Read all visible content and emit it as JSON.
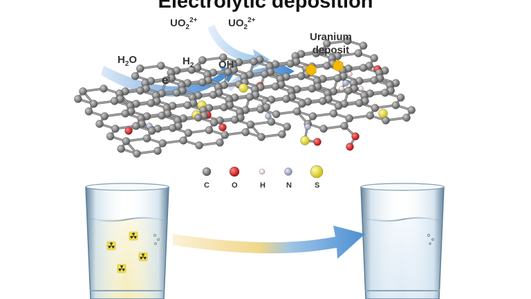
{
  "title": "Electrolytic deposition",
  "species": {
    "uo2_a": {
      "base": "UO",
      "sub": "2",
      "sup": "2+"
    },
    "uo2_b": {
      "base": "UO",
      "sub": "2",
      "sup": "2+"
    },
    "water": {
      "base": "H",
      "sub": "2",
      "tail": "O"
    },
    "hydrogen": {
      "base": "H",
      "sub": "2"
    },
    "electron": {
      "base": "e",
      "sup": "-"
    },
    "hydroxide": {
      "base": "OH",
      "sup": "-"
    },
    "deposit": [
      "Uranium",
      "deposit"
    ]
  },
  "legend": [
    {
      "label": "C",
      "color": "#6b6b6b"
    },
    {
      "label": "O",
      "color": "#d4141b"
    },
    {
      "label": "H",
      "color": "#f1d6d6"
    },
    {
      "label": "N",
      "color": "#9aa2c0"
    },
    {
      "label": "S",
      "color": "#e8de1a"
    }
  ],
  "colors": {
    "arrow_blue": "#4a8bd0",
    "arrow_light": "#bfd7ef",
    "uranium_deposit": "#f3b800",
    "water_contaminated": "#f7f1c8",
    "water_clean": "#e8f2fa",
    "radiation_badge": "#f4e14a"
  },
  "icons": {
    "radiation": "radiation-trefoil-icon",
    "deposit": "hexagon-icon"
  }
}
